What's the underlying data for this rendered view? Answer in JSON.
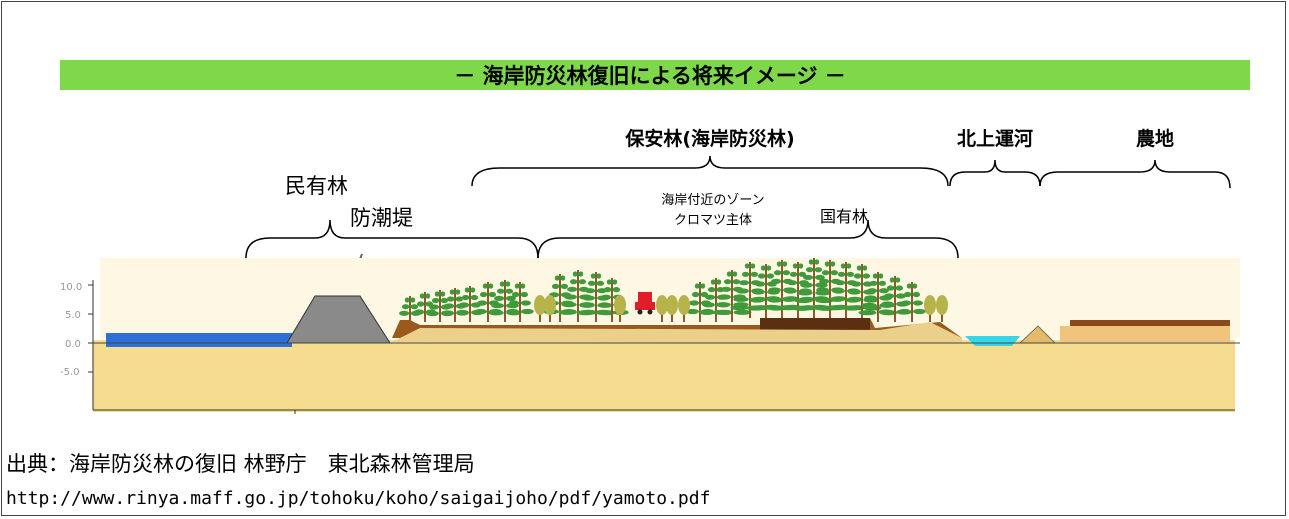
{
  "banner": {
    "title": "－ 海岸防災林復旧による将来イメージ －",
    "color": "#7ed84a"
  },
  "labels": {
    "hoanrin": "保安林(海岸防災林)",
    "kitakami": "北上運河",
    "nochi": "農地",
    "minyurin": "民有林",
    "bochotei": "防潮堤",
    "zone_line1": "海岸付近のゾーン",
    "zone_line2": "クロマツ主体",
    "kokuyurin": "国有林"
  },
  "axis": {
    "ticks": [
      "10.0",
      "5.0",
      "0.0",
      "-5.0"
    ]
  },
  "colors": {
    "sea": "#2f6fd8",
    "sand": "#f6dc8e",
    "embankment": "#8a8a8a",
    "forest_soil": "#9a5a1c",
    "canal": "#35d6e6"
  },
  "source": {
    "citation": "出典：海岸防災林の復旧 林野庁　東北森林管理局",
    "url": "http://www.rinya.maff.go.jp/tohoku/koho/saigaijoho/pdf/yamoto.pdf"
  }
}
